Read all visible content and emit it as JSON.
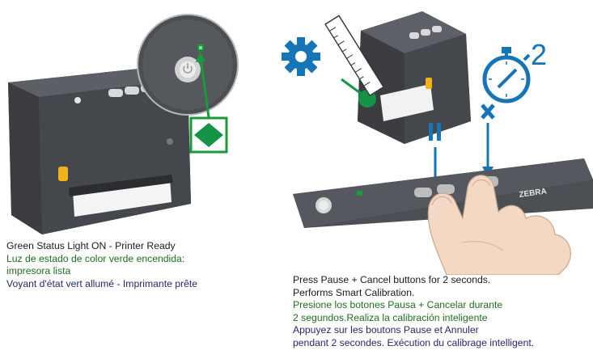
{
  "left_caption": {
    "english": "Green Status Light ON - Printer Ready",
    "spanish_line1": "Luz de estado de color verde encendida:",
    "spanish_line2": "impresora lista",
    "french": "Voyant d'état vert allumé - Imprimante prête"
  },
  "right_caption": {
    "english_line1": "Press Pause + Cancel buttons for 2 seconds.",
    "english_line2": "Performs Smart Calibration.",
    "spanish_line1": "Presione los botones Pausa + Cancelar durante",
    "spanish_line2": "2 segundos.Realiza la calibración inteligente",
    "french_line1": "Appuyez sur les boutons Pause et Annuler",
    "french_line2": "pendant 2 secondes. Exécution du calibrage intelligent."
  },
  "timer_count": "2",
  "brand_text": "ZEBRA",
  "colors": {
    "status_green": "#1a9a3a",
    "callout_green": "#149446",
    "arrow_blue": "#1675b8",
    "printer_body": "#4a4d52",
    "printer_dark": "#35373b",
    "accent_yellow": "#f2b21b"
  },
  "icons": [
    "gear-icon",
    "ruler-icon",
    "stopwatch-icon",
    "pause-icon",
    "cancel-x-icon",
    "status-diamond-icon",
    "power-button-icon"
  ]
}
